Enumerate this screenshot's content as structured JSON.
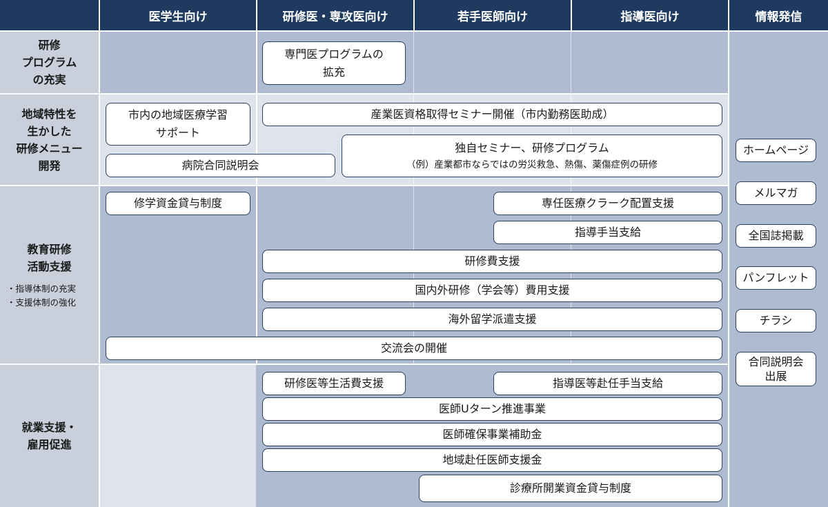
{
  "headers": {
    "medical_students": "医学生向け",
    "residents": "研修医・専攻医向け",
    "young_doctors": "若手医師向け",
    "supervisors": "指導医向け",
    "info": "情報発信"
  },
  "rows": {
    "program": "研修\nプログラム\nの充実",
    "regional": "地域特性を\n生かした\n研修メニュー\n開発",
    "education": "教育研修\n活動支援",
    "education_bullets": "・指導体制の充実\n・支援体制の強化",
    "employment": "就業支援・\n雇用促進"
  },
  "boxes": {
    "specialist_program": "専門医プログラムの\n拡充",
    "local_medicine_study": "市内の地域医療学習\nサポート",
    "industrial_seminar": "産業医資格取得セミナー開催（市内勤務医助成）",
    "hospital_briefing": "病院合同説明会",
    "own_seminar": "独自セミナー、研修プログラム",
    "own_seminar_sub": "（例）産業都市ならではの労災救急、熱傷、薬傷症例の研修",
    "scholarship": "修学資金貸与制度",
    "clerk_support": "専任医療クラーク配置支援",
    "teaching_allowance": "指導手当支給",
    "training_cost": "研修費支援",
    "domestic_overseas": "国内外研修（学会等）費用支援",
    "overseas_study": "海外留学派遣支援",
    "exchange": "交流会の開催",
    "living_cost": "研修医等生活費支援",
    "assignment_allowance": "指導医等赴任手当支給",
    "u_turn": "医師Uターン推進事業",
    "securing_subsidy": "医師確保事業補助金",
    "regional_assignment": "地域赴任医師支援金",
    "clinic_loan": "診療所開業資金貸与制度"
  },
  "info_items": [
    "ホームページ",
    "メルマガ",
    "全国誌掲載",
    "パンフレット",
    "チラシ",
    "合同説明会\n出展"
  ],
  "colors": {
    "header": "#1e3a5f",
    "label_bg": "#c9d0dc",
    "cell_dark": "#aebbd0",
    "cell_light": "#dfe4ec",
    "box_border": "#2b3f5f"
  }
}
